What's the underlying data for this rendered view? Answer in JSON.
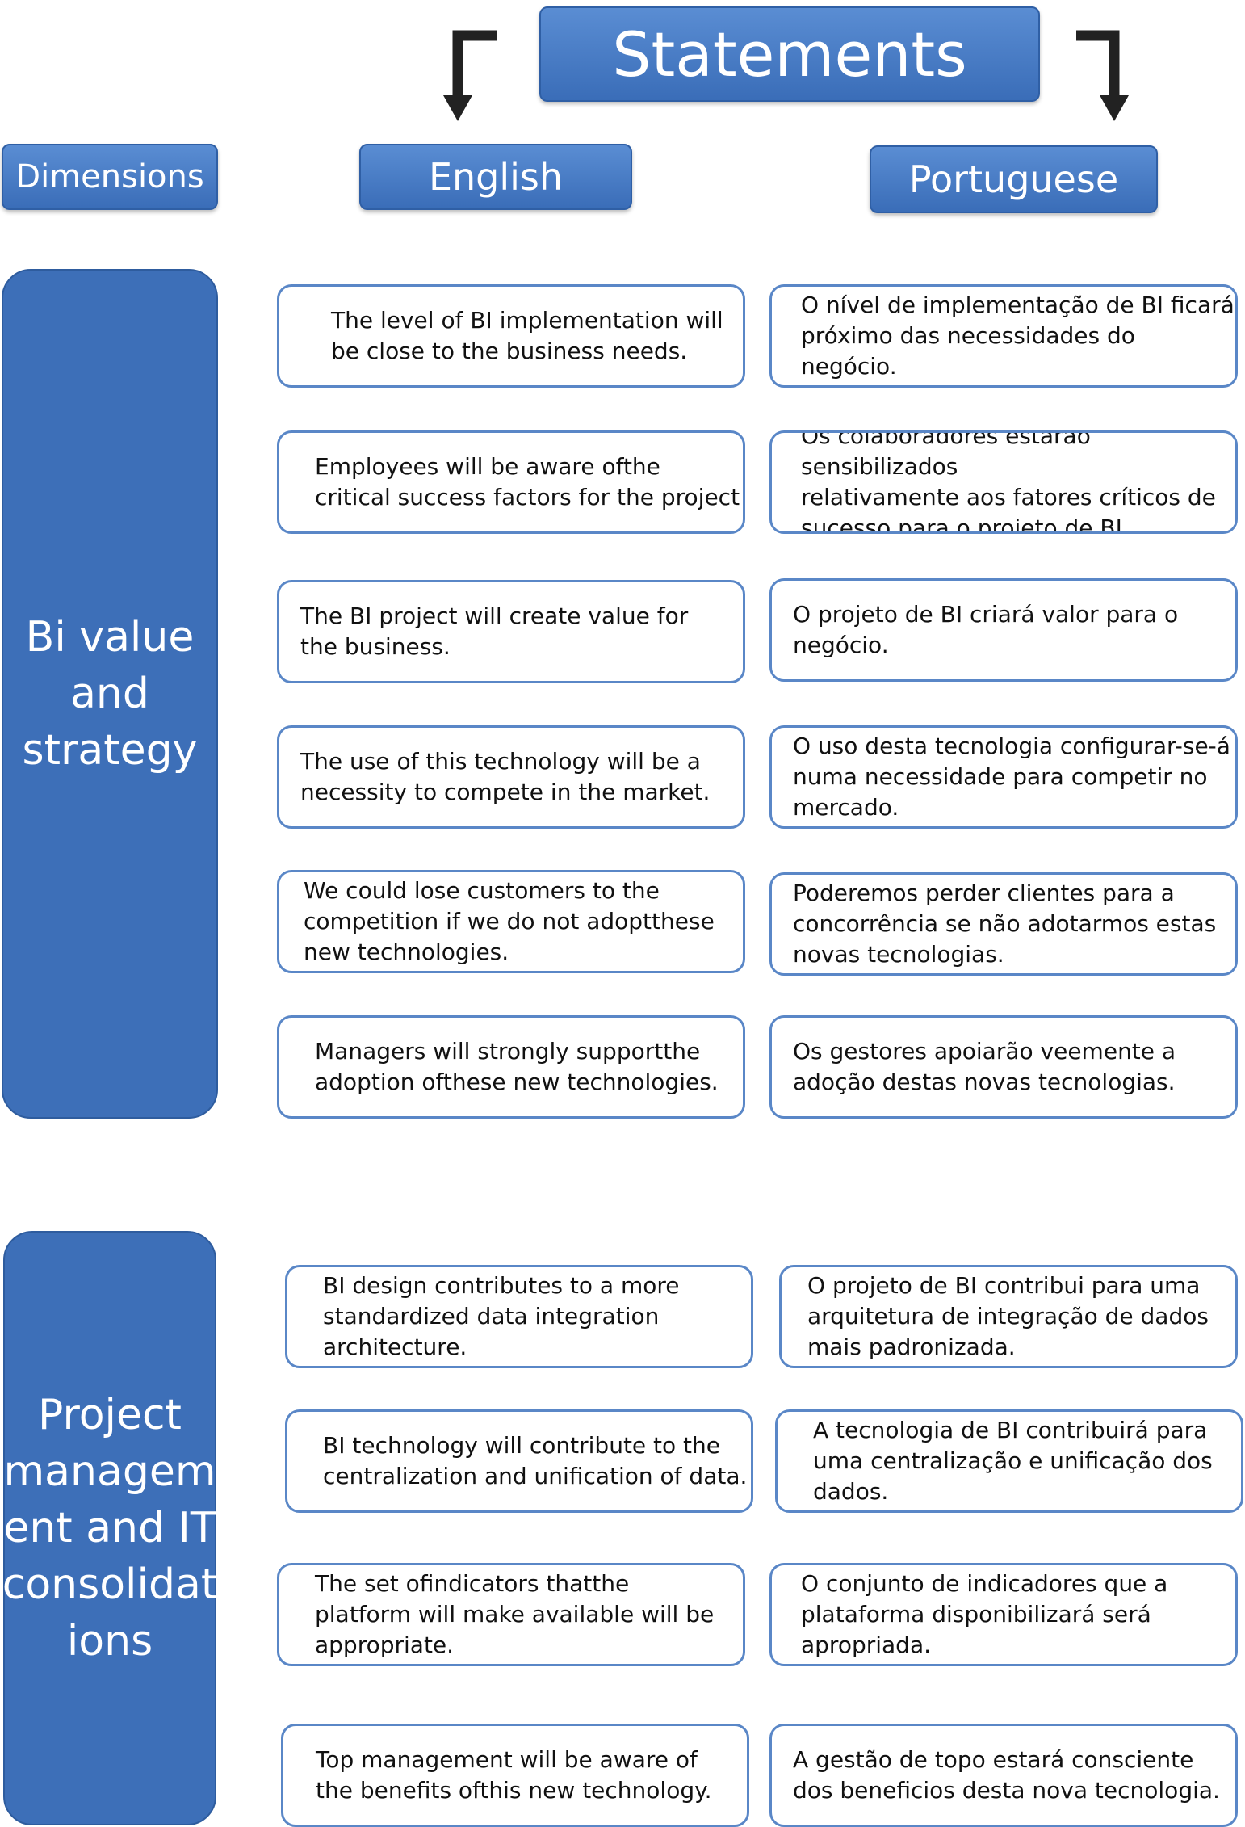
{
  "header": {
    "statements": "Statements",
    "dimensions": "Dimensions",
    "english": "English",
    "portuguese": "Portuguese"
  },
  "dimensions": [
    {
      "label": "Bi value\nand\nstrategy",
      "rows": [
        {
          "en": "The level of BI implementation will\nbe close to the business needs.",
          "pt": "O nível de implementação de BI ficará\npróximo das necessidades do negócio."
        },
        {
          "en": "Employees will be aware ofthe\ncritical success factors for the project",
          "pt": "Os colaboradores estarão sensibilizados\nrelativamente aos fatores críticos de\nsucesso para o projeto de BI."
        },
        {
          "en": "The BI project will create value for\nthe business.",
          "pt": "O projeto de BI criará valor para o\nnegócio."
        },
        {
          "en": "The use of this technology will be a\nnecessity to compete in the market.",
          "pt": "O uso desta tecnologia configurar-se-á\nnuma necessidade para competir no\nmercado."
        },
        {
          "en": "We could lose customers to the\ncompetition if we do not adoptthese\nnew technologies.",
          "pt": "Poderemos perder clientes para a\nconcorrência se não adotarmos estas\nnovas tecnologias."
        },
        {
          "en": "Managers will strongly supportthe\nadoption ofthese new technologies.",
          "pt": "Os gestores apoiarão veemente a\nadoção destas novas tecnologias."
        }
      ]
    },
    {
      "label": "Project\nmanagem\nent and IT\nconsolidat\nions",
      "rows": [
        {
          "en": "BI design contributes to a more\nstandardized data integration\narchitecture.",
          "pt": "O projeto de BI contribui para uma\narquitetura de integração de dados\nmais padronizada."
        },
        {
          "en": "BI technology will contribute to the\ncentralization and unification of data.",
          "pt": "A tecnologia de BI contribuirá para\numa centralização e unificação dos\ndados."
        },
        {
          "en": "The set ofindicators thatthe\nplatform will make available will be\nappropriate.",
          "pt": "O  conjunto de indicadores que a\nplataforma disponibilizará será\napropriada."
        },
        {
          "en": "Top management will be aware of\nthe benefits ofthis new technology.",
          "pt": "A  gestão de topo estará consciente\ndos beneficios desta nova tecnologia."
        }
      ]
    }
  ]
}
